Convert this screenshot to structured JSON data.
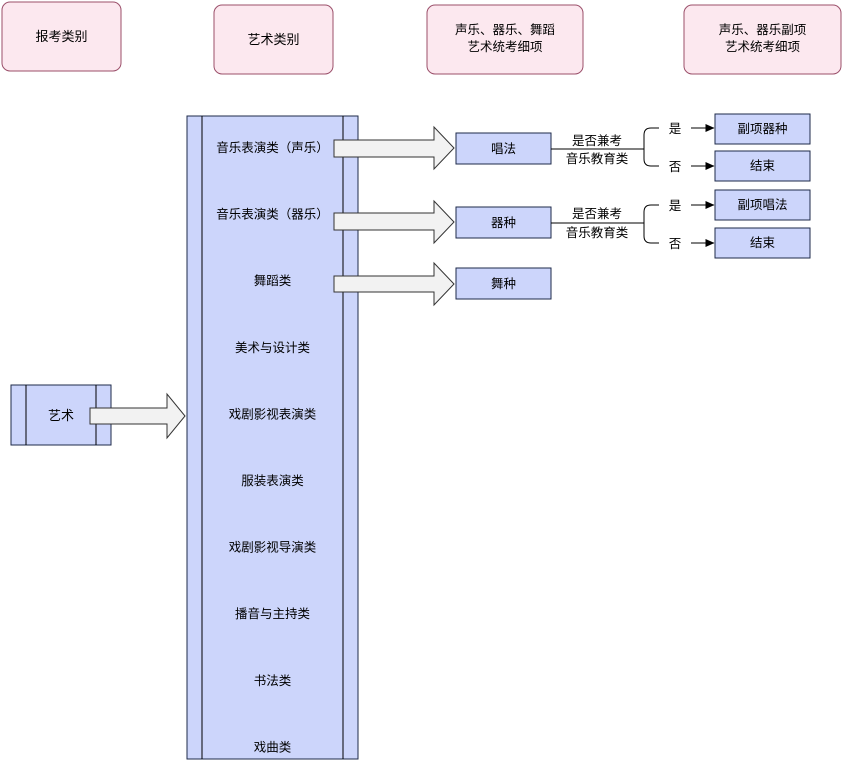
{
  "headers": {
    "col1": "报考类别",
    "col2": "艺术类别",
    "col3_line1": "声乐、器乐、舞蹈",
    "col3_line2": "艺术统考细项",
    "col4_line1": "声乐、器乐副项",
    "col4_line2": "艺术统考细项"
  },
  "root": {
    "label": "艺术"
  },
  "categories": [
    "音乐表演类（声乐）",
    "音乐表演类（器乐）",
    "舞蹈类",
    "美术与设计类",
    "戏剧影视表演类",
    "服装表演类",
    "戏剧影视导演类",
    "播音与主持类",
    "书法类",
    "戏曲类"
  ],
  "sub_items": {
    "vocal": "唱法",
    "instrument": "器种",
    "dance": "舞种"
  },
  "decisions": {
    "vocal_q_line1": "是否兼考",
    "vocal_q_line2": "音乐教育类",
    "instrument_q_line1": "是否兼考",
    "instrument_q_line2": "音乐教育类",
    "yes": "是",
    "no": "否"
  },
  "outcomes": {
    "vocal_yes": "副项器种",
    "vocal_no": "结束",
    "instrument_yes": "副项唱法",
    "instrument_no": "结束"
  },
  "colors": {
    "header_fill": "#fce8ef",
    "header_stroke": "#9b4f6a",
    "box_fill": "#ccd5fb",
    "box_stroke": "#1e2a4a",
    "arrow_fill": "#f2f2f2"
  }
}
